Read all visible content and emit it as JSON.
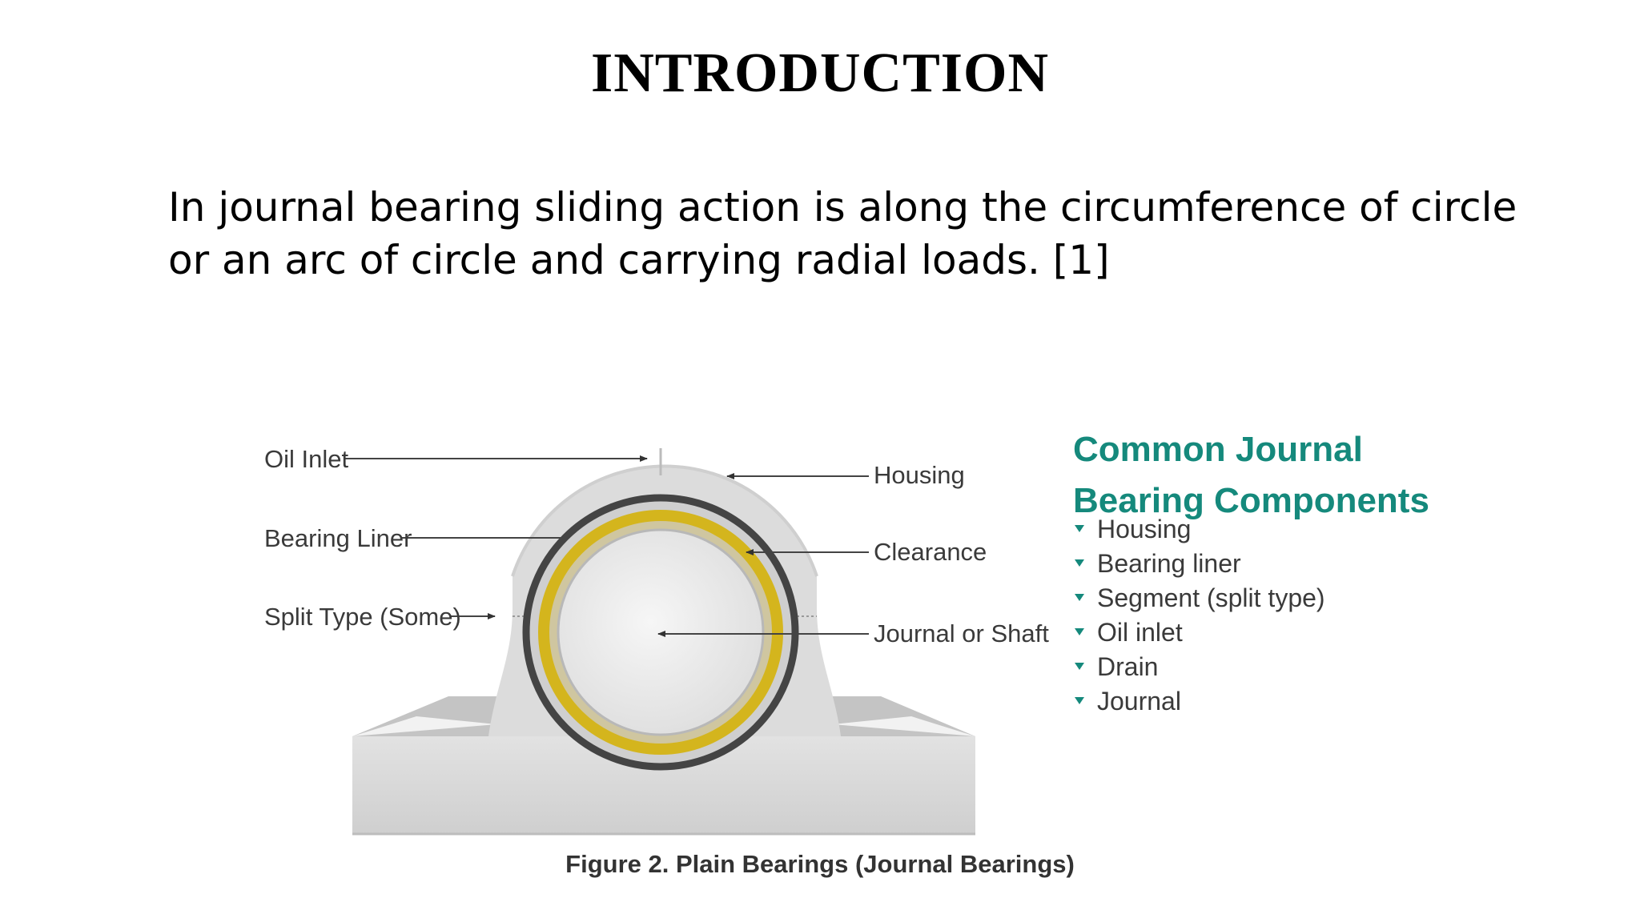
{
  "slide": {
    "title": "INTRODUCTION",
    "body_lines": [
      "In journal bearing sliding action is along the circumference of circle",
      "or an arc of circle and carrying radial loads. [1]"
    ]
  },
  "figure": {
    "labels": {
      "oil_inlet": "Oil Inlet",
      "bearing_liner": "Bearing Liner",
      "split_type": "Split Type (Some)",
      "housing": "Housing",
      "clearance": "Clearance",
      "journal": "Journal or Shaft"
    },
    "components_title": [
      "Common Journal",
      "Bearing Components"
    ],
    "components": [
      "Housing",
      "Bearing liner",
      "Segment (split type)",
      "Oil inlet",
      "Drain",
      "Journal"
    ],
    "caption": "Figure 2. Plain Bearings (Journal Bearings)"
  },
  "colors": {
    "accent_teal": "#15897c",
    "liner_gold": "#d4b51d",
    "housing_gray": "#d9d9d9"
  }
}
